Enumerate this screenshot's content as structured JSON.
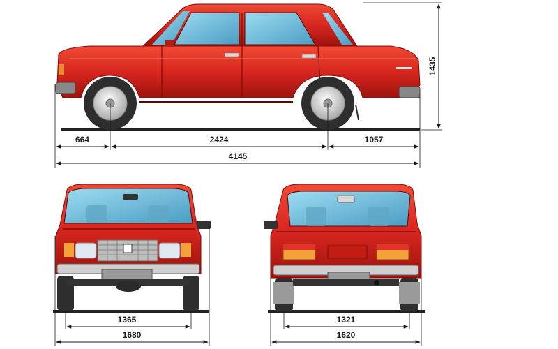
{
  "dimensions": {
    "front_overhang": "664",
    "wheelbase": "2424",
    "rear_overhang": "1057",
    "overall_length": "4145",
    "overall_height": "1435",
    "front_track": "1365",
    "overall_width_front": "1680",
    "rear_track": "1321",
    "overall_width_rear": "1620"
  },
  "colors": {
    "body": "#d8261f",
    "body_dark": "#a8150f",
    "body_light": "#f06a4e",
    "glass": "#6fc3e0",
    "glass_dark": "#3f8fb6",
    "tire": "#303030",
    "rim": "#d8d8d8",
    "chrome": "#c9c9c9",
    "dim_line": "#1a1a1a",
    "amber": "#f3a23a"
  }
}
